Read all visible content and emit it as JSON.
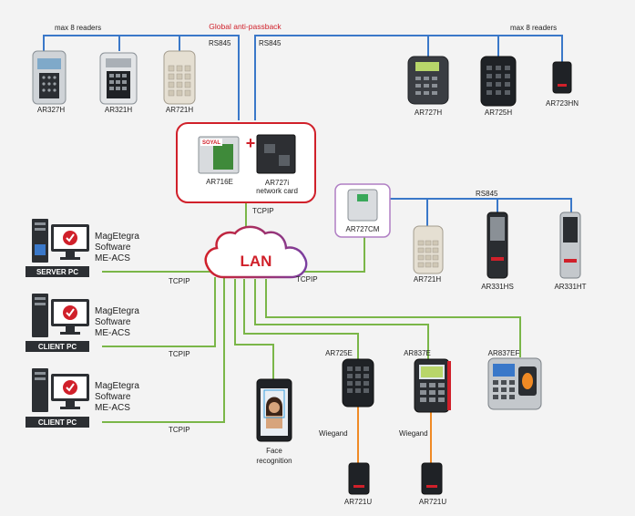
{
  "title": "Global anti-passback",
  "bus_left_label": "max 8 readers",
  "bus_right_label": "max 8 readers",
  "rs845_left": "RS845",
  "rs845_right": "RS845",
  "rs845_ar727cm": "RS845",
  "tcpip": "TCPIP",
  "wiegand": "Wiegand",
  "lan": "LAN",
  "plus": "+",
  "colors": {
    "blue_bus": "#3a78c9",
    "green_link": "#7ab648",
    "orange_link": "#f08a24",
    "accent_red": "#d0202a",
    "purple_cm": "#b07fc4"
  },
  "top_left_readers": [
    "AR327H",
    "AR321H",
    "AR721H"
  ],
  "top_right_readers": [
    "AR727H",
    "AR725H",
    "AR723HN"
  ],
  "controller": {
    "main": "AR716E",
    "card_model": "AR727i",
    "card_desc": "network card",
    "brand": "SOYAL"
  },
  "ar727cm": {
    "label": "AR727CM",
    "readers": [
      "AR721H",
      "AR331HS",
      "AR331HT"
    ]
  },
  "pcs": [
    {
      "badge": "SERVER PC",
      "software": [
        "MagEtegra",
        "Software",
        "ME-ACS"
      ]
    },
    {
      "badge": "CLIENT PC",
      "software": [
        "MagEtegra",
        "Software",
        "ME-ACS"
      ]
    },
    {
      "badge": "CLIENT PC",
      "software": [
        "MagEtegra",
        "Software",
        "ME-ACS"
      ]
    }
  ],
  "face": [
    "Face",
    "recognition"
  ],
  "lan_devices": [
    "AR725E",
    "AR837E",
    "AR837EF"
  ],
  "wiegand_readers": [
    "AR721U",
    "AR721U"
  ]
}
